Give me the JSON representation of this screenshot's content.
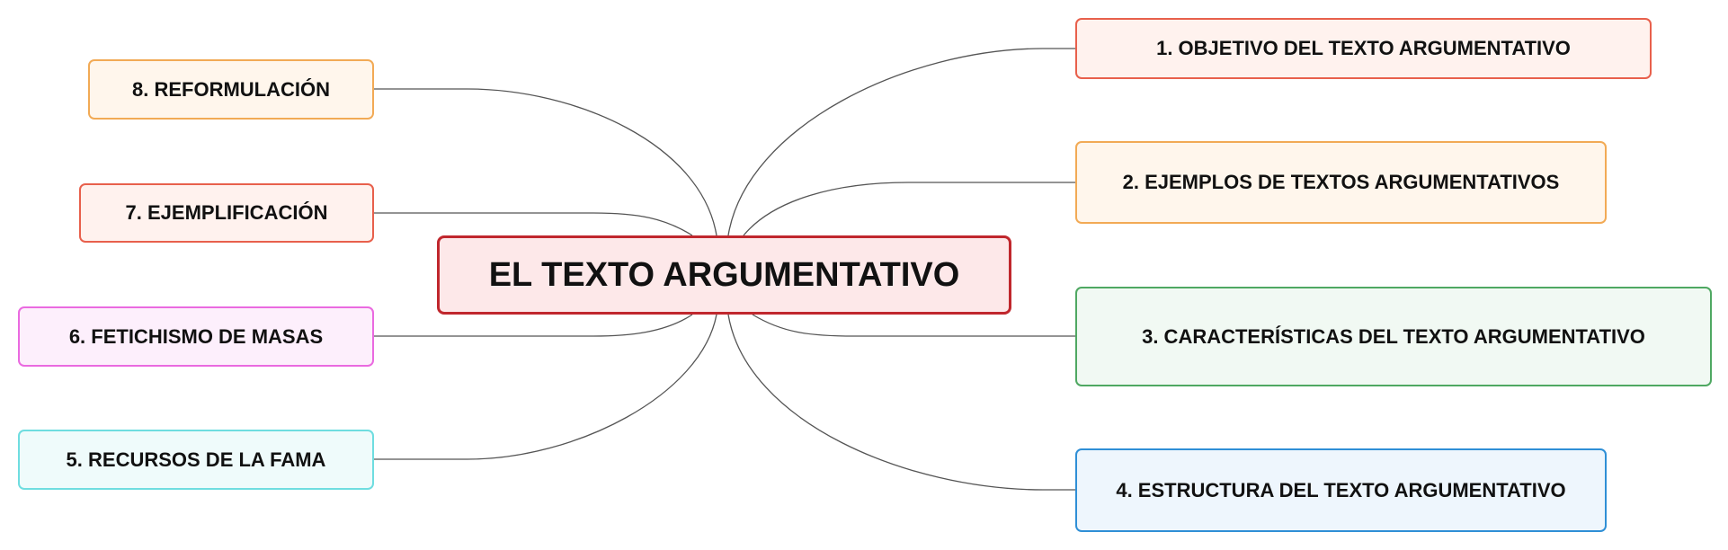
{
  "mindmap": {
    "central": {
      "label": "EL TEXTO ARGUMENTATIVO",
      "border_color": "#c0272d",
      "fill_color": "#fde8e9"
    },
    "branches": [
      {
        "label": "1. OBJETIVO DEL TEXTO ARGUMENTATIVO",
        "border_color": "#e8604c",
        "fill_color": "#fff2ee"
      },
      {
        "label": "2. EJEMPLOS DE TEXTOS ARGUMENTATIVOS",
        "border_color": "#f2aa55",
        "fill_color": "#fff6ec"
      },
      {
        "label": "3. CARACTERÍSTICAS DEL TEXTO ARGUMENTATIVO",
        "border_color": "#4fa862",
        "fill_color": "#f1f9f3"
      },
      {
        "label": "4. ESTRUCTURA DEL TEXTO ARGUMENTATIVO",
        "border_color": "#2f8fd6",
        "fill_color": "#eef6fd"
      },
      {
        "label": "5. RECURSOS DE LA FAMA",
        "border_color": "#6fdde0",
        "fill_color": "#effbfb"
      },
      {
        "label": "6. FETICHISMO DE MASAS",
        "border_color": "#ea6ae0",
        "fill_color": "#fdeffc"
      },
      {
        "label": "7. EJEMPLIFICACIÓN",
        "border_color": "#e8604c",
        "fill_color": "#fff2ee"
      },
      {
        "label": "8. REFORMULACIÓN",
        "border_color": "#f2aa55",
        "fill_color": "#fff6ec"
      }
    ]
  }
}
